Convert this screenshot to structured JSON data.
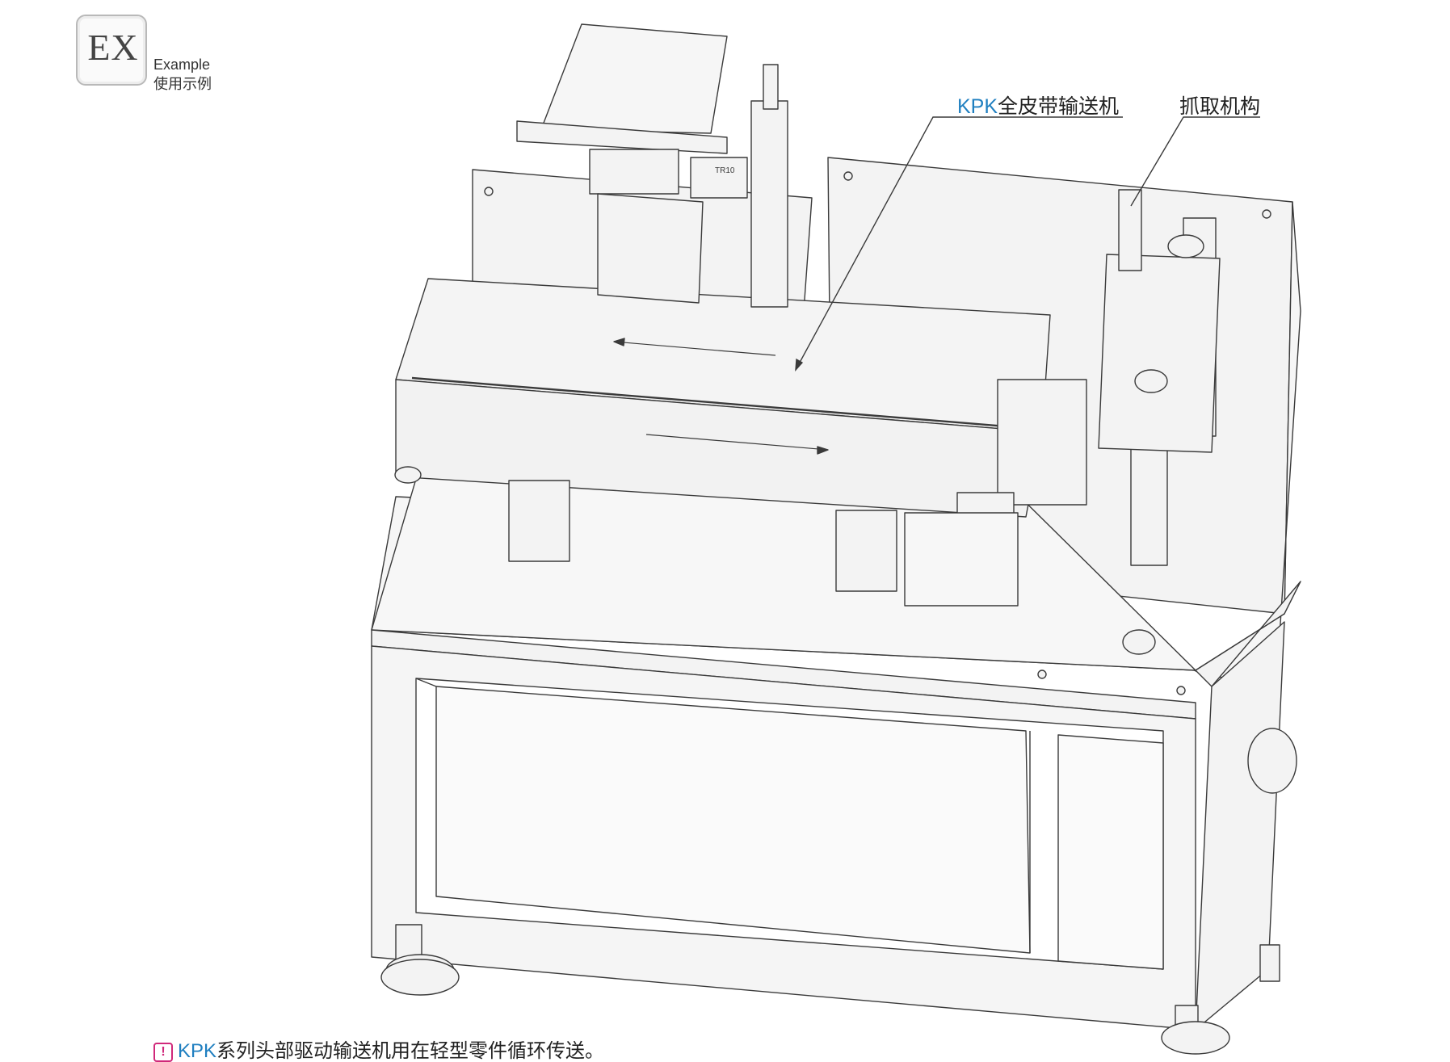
{
  "badge": {
    "mark": "EX",
    "label_en": "Example",
    "label_cn": "使用示例"
  },
  "callouts": {
    "conveyor_prefix": "KPK",
    "conveyor_label": "全皮带输送机",
    "gripper_label": "抓取机构"
  },
  "bottom_note": {
    "icon": "exclamation-icon",
    "prefix": "KPK",
    "text": "系列头部驱动输送机用在轻型零件循环传送。"
  },
  "part_marking": "TR10",
  "colors": {
    "accent_blue": "#1f7fc0",
    "warning_magenta": "#d0287a",
    "line": "#3a3a3a",
    "fill": "#f3f3f3"
  }
}
